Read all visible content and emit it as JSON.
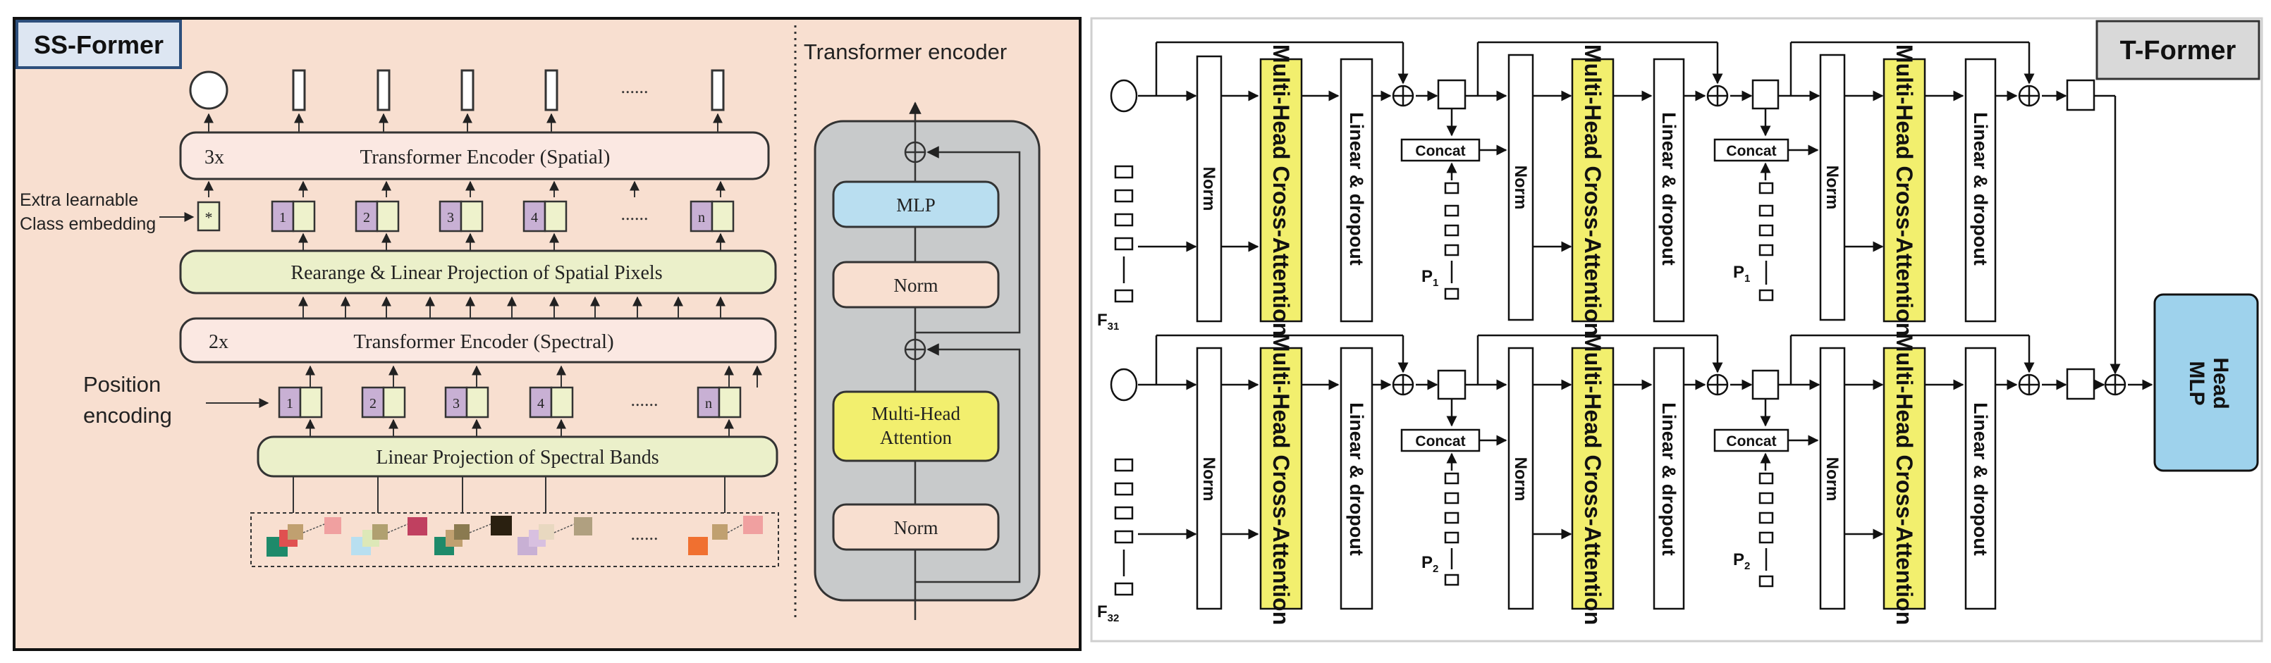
{
  "left_panel": {
    "badge": "SS-Former",
    "encoder_spatial": {
      "repeat": "3x",
      "label": "Transformer Encoder (Spatial)"
    },
    "encoder_spectral": {
      "repeat": "2x",
      "label": "Transformer Encoder (Spectral)"
    },
    "rearrange_label": "Rearange & Linear Projection of Spatial Pixels",
    "linear_spectral_label": "Linear Projection of Spectral Bands",
    "extra_learnable_line1": "Extra learnable",
    "extra_learnable_line2": "Class embedding",
    "class_token_mark": "*",
    "position_line1": "Position",
    "position_line2": "encoding",
    "token_numbers": [
      "1",
      "2",
      "3",
      "4",
      "n"
    ],
    "ellipsis": "......",
    "detail_title": "Transformer encoder",
    "detail_mlp": "MLP",
    "detail_norm": "Norm",
    "detail_mha_line1": "Multi-Head",
    "detail_mha_line2": "Attention",
    "detail_plus": "⊕"
  },
  "right_panel": {
    "badge": "T-Former",
    "norm": "Norm",
    "mhca": "Multi-Head Cross-Attention",
    "linear_dropout": "Linear & dropout",
    "concat": "Concat",
    "p1_letter": "P",
    "p1_sub": "1",
    "p2_letter": "P",
    "p2_sub": "2",
    "f31_letter": "F",
    "f31_sub": "31",
    "f32_letter": "F",
    "f32_sub": "32",
    "mlp_head_line1": "MLP",
    "mlp_head_line2": "Head",
    "plus": "⊕"
  }
}
